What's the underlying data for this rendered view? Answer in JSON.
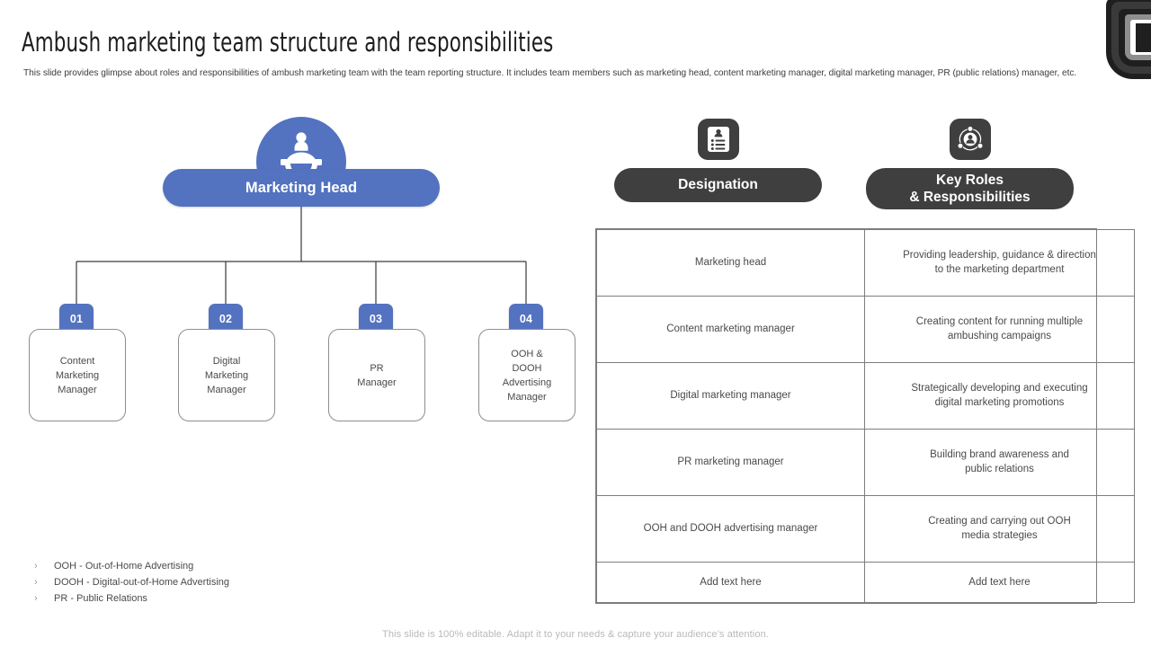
{
  "header": {
    "title": "Ambush marketing team structure and responsibilities",
    "subtitle": "This slide provides glimpse about roles and responsibilities of ambush marketing team with the team reporting structure. It includes team members such as marketing head, content marketing manager, digital marketing manager, PR (public relations) manager, etc."
  },
  "colors": {
    "accent_blue": "#5372c0",
    "dark_gray": "#3f3f3f",
    "border_gray": "#7d7d7d",
    "text_gray": "#4a4a4a",
    "footer_gray": "#b9b9b9"
  },
  "org_chart": {
    "root": {
      "label": "Marketing Head",
      "icon": "manager-gear-icon"
    },
    "nodes": [
      {
        "number": "01",
        "label": "Content\nMarketing\nManager",
        "line1": "Content",
        "line2": "Marketing",
        "line3": "Manager"
      },
      {
        "number": "02",
        "label": "Digital\nMarketing\nManager",
        "line1": "Digital",
        "line2": "Marketing",
        "line3": "Manager"
      },
      {
        "number": "03",
        "label": "PR\nManager",
        "line1": "PR",
        "line2": "Manager",
        "line3": ""
      },
      {
        "number": "04",
        "label": "OOH &\nDOOH\nAdvertising\nManager",
        "line1": "OOH &",
        "line2": "DOOH",
        "line3": "Advertising",
        "line4": "Manager"
      }
    ]
  },
  "legend": {
    "bullet": "›",
    "items": [
      "OOH - Out-of-Home  Advertising",
      "DOOH  - Digital-out-of-Home  Advertising",
      "PR - Public Relations"
    ]
  },
  "table": {
    "headers": [
      {
        "label": "Designation",
        "icon": "clipboard-person-icon"
      },
      {
        "label": "Key Roles\n& Responsibilities",
        "line1": "Key Roles",
        "line2": "& Responsibilities",
        "icon": "person-network-icon"
      }
    ],
    "rows": [
      {
        "designation": "Marketing head",
        "responsibility_line1": "Providing  leadership, guidance & direction",
        "responsibility_line2": "to the marketing department"
      },
      {
        "designation": "Content  marketing  manager",
        "responsibility_line1": "Creating  content for running  multiple",
        "responsibility_line2": "ambushing campaigns"
      },
      {
        "designation": "Digital  marketing  manager",
        "responsibility_line1": "Strategically developing  and executing",
        "responsibility_line2": "digital marketing promotions"
      },
      {
        "designation": "PR marketing  manager",
        "responsibility_line1": "Building brand  awareness  and",
        "responsibility_line2": "public relations"
      },
      {
        "designation": "OOH and DOOH advertising  manager",
        "responsibility_line1": "Creating  and carrying out OOH",
        "responsibility_line2": "media strategies"
      },
      {
        "designation": "Add text here",
        "responsibility_line1": "Add text here",
        "responsibility_line2": ""
      }
    ]
  },
  "footer": {
    "note": "This slide is 100% editable. Adapt it to your needs & capture your audience’s attention."
  }
}
